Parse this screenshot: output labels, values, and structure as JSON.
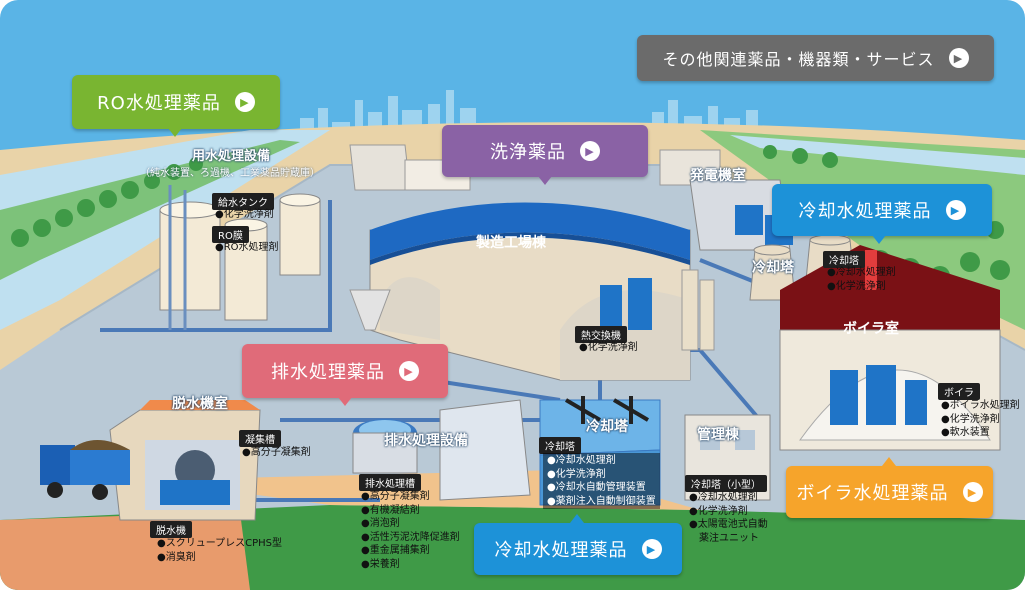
{
  "buttons": {
    "ro": "RO水処理薬品",
    "washing": "洗浄薬品",
    "other": "その他関連薬品・機器類・サービス",
    "cooling_top": "冷却水処理薬品",
    "drainage": "排水処理薬品",
    "cooling_bottom": "冷却水処理薬品",
    "boiler": "ボイラ水処理薬品"
  },
  "facilities": {
    "water_treatment": {
      "title": "用水処理設備",
      "subtitle": "（純水装置、ろ過機、工業薬品貯蔵庫）"
    },
    "feed_tank": {
      "tag": "給水タンク",
      "items": [
        "化学洗浄剤"
      ]
    },
    "ro_membrane": {
      "tag": "RO膜",
      "items": [
        "RO水処理剤"
      ]
    },
    "factory": {
      "title": "製造工場棟"
    },
    "heat_exchanger": {
      "tag": "熱交換機",
      "items": [
        "化学洗浄剤"
      ]
    },
    "power_plant": {
      "title": "発電機室"
    },
    "cooling_tower_top": {
      "title": "冷却塔",
      "tag": "冷却塔",
      "items": [
        "冷却水処理剤",
        "化学洗浄剤"
      ]
    },
    "boiler_room": {
      "title": "ボイラ室",
      "tag": "ボイラ",
      "items": [
        "ボイラ水処理剤",
        "化学洗浄剤",
        "軟水装置"
      ]
    },
    "dewatering_room": {
      "title": "脱水機室"
    },
    "coagulation_tank": {
      "tag": "凝集槽",
      "items": [
        "高分子凝集剤"
      ]
    },
    "dewatering_machine": {
      "tag": "脱水機",
      "items": [
        "スクリュープレスCPHS型",
        "消臭剤"
      ]
    },
    "drain_facility": {
      "title": "排水処理設備",
      "tag": "排水処理槽",
      "items": [
        "高分子凝集剤",
        "有機凝結剤",
        "消泡剤",
        "活性汚泥沈降促進剤",
        "重金属捕集剤",
        "栄養剤"
      ]
    },
    "cooling_tower_mid": {
      "title": "冷却塔",
      "tag": "冷却塔",
      "items": [
        "冷却水処理剤",
        "化学洗浄剤",
        "冷却水自動管理装置",
        "薬剤注入自動制御装置"
      ]
    },
    "admin": {
      "title": "管理棟",
      "tag": "冷却塔（小型）",
      "items": [
        "冷却水処理剤",
        "化学洗浄剤",
        "太陽電池式自動",
        "薬注ユニット"
      ]
    }
  },
  "colors": {
    "ro": "#79b531",
    "washing": "#8a62a5",
    "other": "#6b6b6b",
    "cooling": "#1d92d8",
    "drainage": "#e06b79",
    "boiler": "#f6a42b"
  }
}
